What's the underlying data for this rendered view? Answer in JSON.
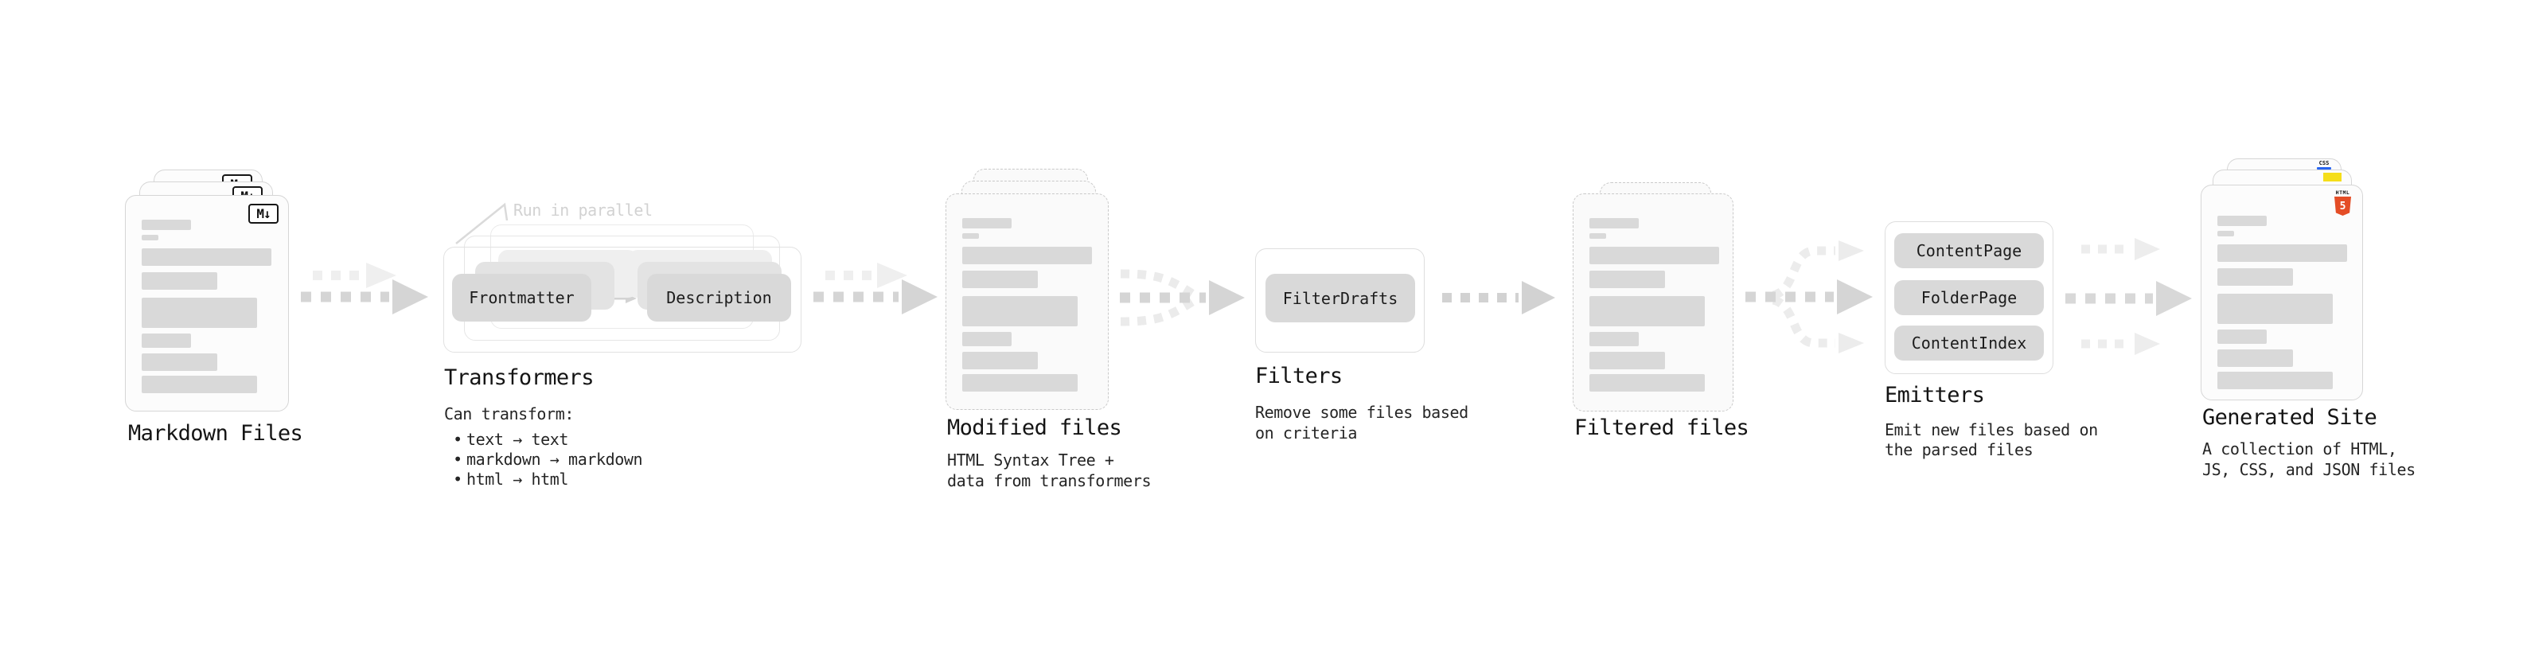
{
  "colors": {
    "background": "#ffffff",
    "card_bg": "#fcfcfc",
    "bar_gray": "#d9d9d9",
    "button_gray": "#d9d9d9",
    "arrow_gray": "#d5d5d5",
    "arrow_ghost": "#eeeeee",
    "annotation_gray": "#d2d2d2",
    "html5_orange": "#e44d26",
    "js_yellow": "#f5de19",
    "css_blue": "#2965f1"
  },
  "stages": {
    "markdown": {
      "label": "Markdown Files",
      "badge": "M↓"
    },
    "transformers": {
      "label": "Transformers",
      "annotation": "Run in parallel",
      "source_button": "Frontmatter",
      "target_button": "Description",
      "description_title": "Can transform:",
      "bullet": "•",
      "bullets": [
        "text → text",
        "markdown → markdown",
        "html → html"
      ]
    },
    "modified": {
      "label": "Modified files",
      "description_lines": [
        "HTML Syntax Tree +",
        "data from transformers"
      ]
    },
    "filters": {
      "label": "Filters",
      "button": "FilterDrafts",
      "description_lines": [
        "Remove some files based",
        "on criteria"
      ]
    },
    "filtered": {
      "label": "Filtered files"
    },
    "emitters": {
      "label": "Emitters",
      "buttons": [
        "ContentPage",
        "FolderPage",
        "ContentIndex"
      ],
      "description_lines": [
        "Emit new files based on",
        "the parsed files"
      ]
    },
    "generated": {
      "label": "Generated Site",
      "badges": {
        "css": "CSS",
        "html_word": "HTML",
        "html_number": "5"
      },
      "description_lines": [
        "A collection of HTML,",
        "JS, CSS, and JSON files"
      ]
    }
  }
}
